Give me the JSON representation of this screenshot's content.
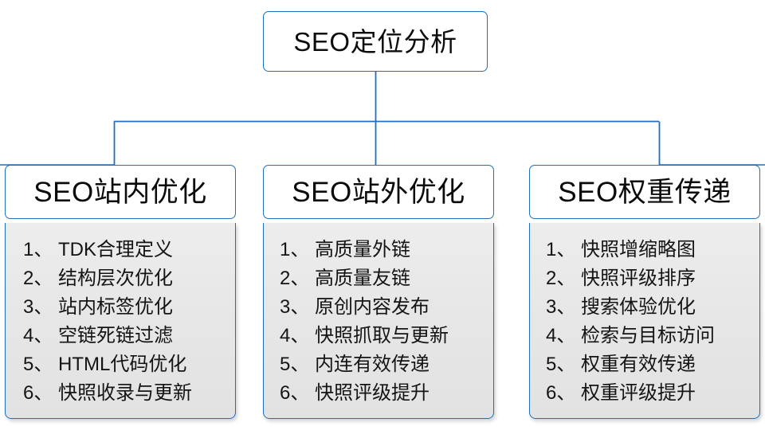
{
  "diagram": {
    "type": "tree",
    "root": {
      "label": "SEO定位分析"
    },
    "branches": [
      {
        "id": "seo-onsite",
        "header": "SEO站内优化",
        "items": [
          {
            "index": "1、",
            "text": "TDK合理定义"
          },
          {
            "index": "2、",
            "text": "结构层次优化"
          },
          {
            "index": "3、",
            "text": "站内标签优化"
          },
          {
            "index": "4、",
            "text": "空链死链过滤"
          },
          {
            "index": "5、",
            "text": "HTML代码优化"
          },
          {
            "index": "6、",
            "text": "快照收录与更新"
          }
        ]
      },
      {
        "id": "seo-offsite",
        "header": "SEO站外优化",
        "items": [
          {
            "index": "1、",
            "text": "高质量外链"
          },
          {
            "index": "2、",
            "text": "高质量友链"
          },
          {
            "index": "3、",
            "text": "原创内容发布"
          },
          {
            "index": "4、",
            "text": "快照抓取与更新"
          },
          {
            "index": "5、",
            "text": "内连有效传递"
          },
          {
            "index": "6、",
            "text": "快照评级提升"
          }
        ]
      },
      {
        "id": "seo-weight",
        "header": "SEO权重传递",
        "items": [
          {
            "index": "1、",
            "text": "快照增缩略图"
          },
          {
            "index": "2、",
            "text": "快照评级排序"
          },
          {
            "index": "3、",
            "text": "搜索体验优化"
          },
          {
            "index": "4、",
            "text": "检索与目标访问"
          },
          {
            "index": "5、",
            "text": "权重有效传递"
          },
          {
            "index": "6、",
            "text": "权重评级提升"
          }
        ]
      }
    ],
    "colors": {
      "border": "#1F6FC1",
      "connector": "#1F6FC1",
      "box_fill": "#FFFFFF",
      "panel_fill": "#E8E8E8",
      "text": "#111111"
    }
  }
}
